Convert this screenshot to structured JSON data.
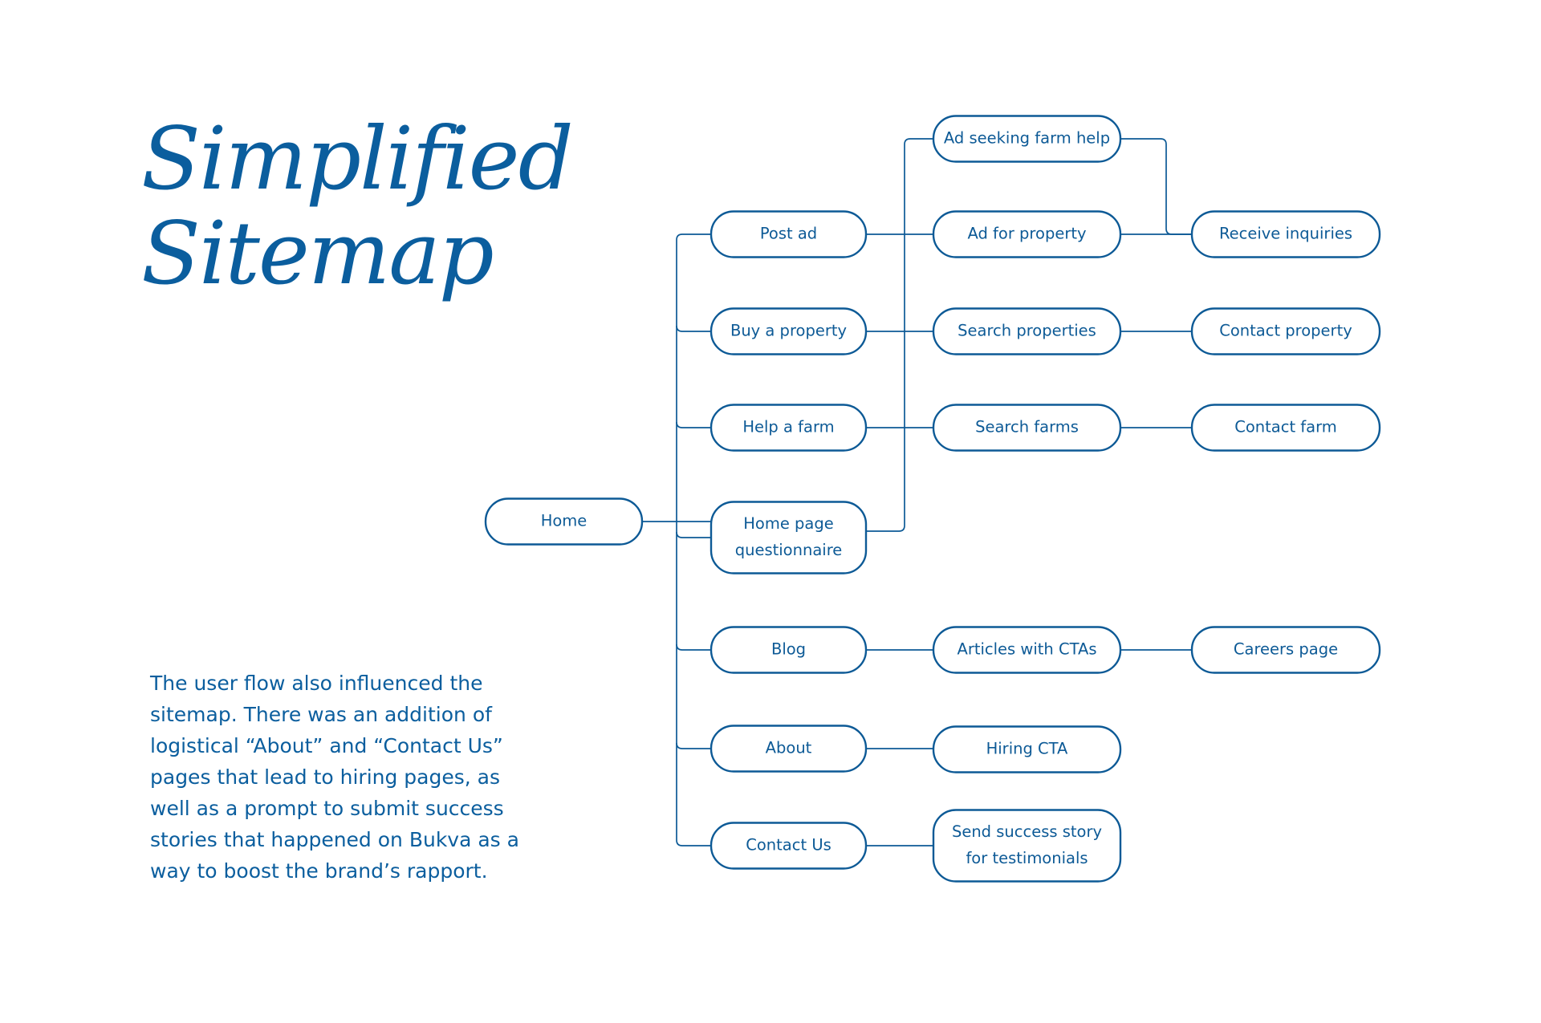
{
  "title": {
    "line1": "Simplified",
    "line2": "Sitemap"
  },
  "description": "The user flow also influenced the sitemap. There was an addition of logistical “About” and “Contact Us” pages that lead to hiring pages, as well as a prompt to submit success stories that happened on Bukva as a way to boost the brand’s rapport.",
  "colors": {
    "primary": "#0d5a96",
    "title": "#0b5e9e",
    "node_fill_root": "#0d5a96",
    "node_text_root": "#ffffff",
    "faded_tier_1": "#4f8bb8",
    "faded_tier_2": "#c5dbeb"
  },
  "sitemap": {
    "root": "Home",
    "level1": [
      "Post ad",
      "Buy a property",
      "Help a farm",
      [
        "Home page",
        "questionnaire"
      ],
      "Blog",
      "About",
      "Contact Us"
    ],
    "level2": [
      "Ad seeking farm help",
      "Ad for property",
      "Search properties",
      "Search farms",
      "Articles with CTAs",
      "Hiring CTA",
      [
        "Send success story",
        "for testimonials"
      ]
    ],
    "level3": [
      "Receive inquiries",
      "Contact property",
      "Contact farm",
      "Careers page"
    ]
  }
}
